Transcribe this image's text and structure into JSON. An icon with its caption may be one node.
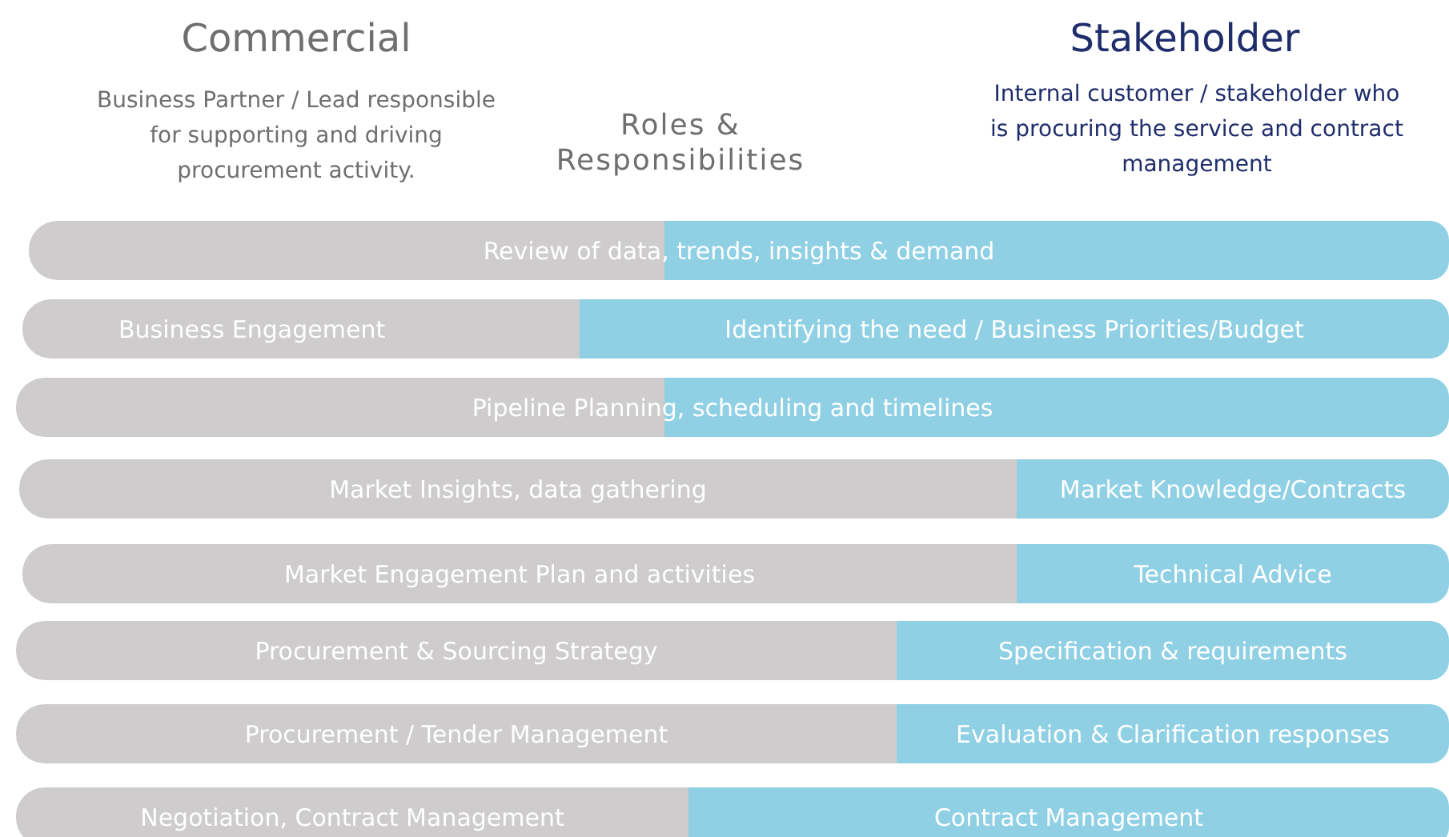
{
  "diagram": {
    "nodes": [
      {
        "text": [
          "Review of data, trends, insights &  demand"
        ]
      },
      {
        "text": [
          "Business Engagement"
        ]
      },
      {
        "text": [
          "Identifying the need / Business Priorities/Budget"
        ]
      },
      {
        "text": [
          "Pipeline Planning, scheduling and timelines"
        ]
      },
      {
        "text": [
          "Market Insights, data gathering"
        ]
      },
      {
        "text": [
          "Market Knowledge/Contracts"
        ]
      },
      {
        "text": [
          "Market Engagement Plan and activities"
        ]
      },
      {
        "text": [
          "Technical Advice"
        ]
      },
      {
        "text": [
          "Procurement & Sourcing Strategy"
        ]
      },
      {
        "text": [
          "Specification & requirements"
        ]
      },
      {
        "text": [
          "Procurement / Tender Management"
        ]
      },
      {
        "text": [
          "Evaluation & Clarification responses"
        ]
      },
      {
        "text": [
          "Negotiation, Contract Management"
        ]
      },
      {
        "text": [
          "Contract Management"
        ]
      }
    ],
    "labels": [
      "Commercial",
      "Business Partner / Lead responsible for supporting and driving procurement activity.",
      "Roles & Responsibilities",
      "Stakeholder",
      "Internal customer / stakeholder who is procuring the service and contract management"
    ]
  }
}
